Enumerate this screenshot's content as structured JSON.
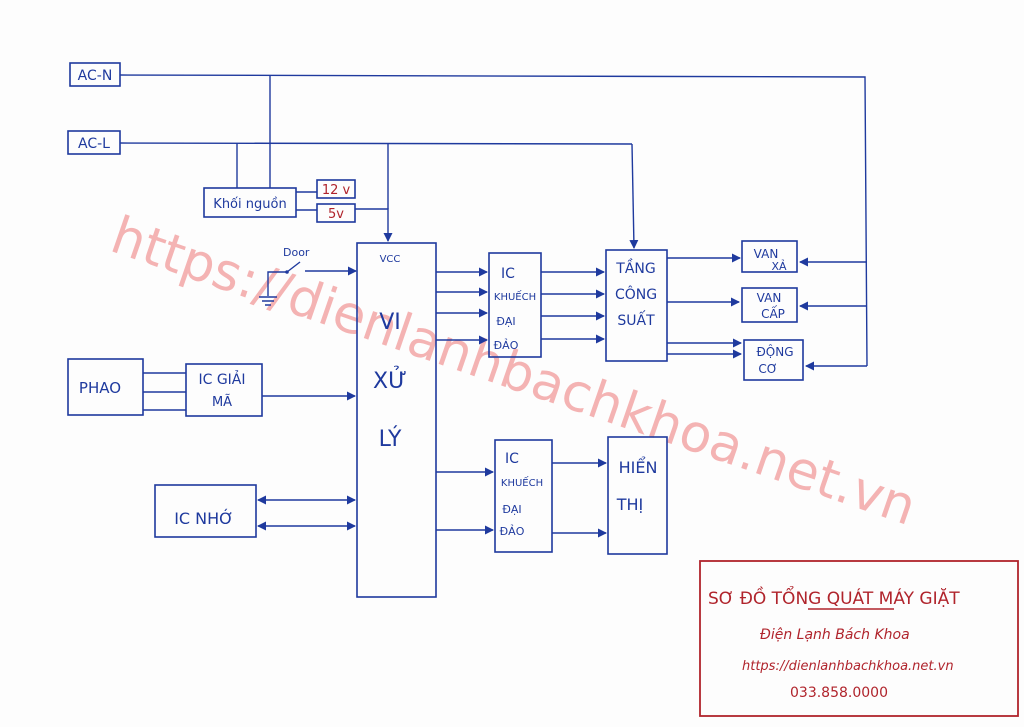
{
  "watermark": "https://dienlanhbachkhoa.net.vn",
  "blocks": {
    "ac_n": "AC-N",
    "ac_l": "AC-L",
    "power": "Khối nguồn",
    "v12": "12 v",
    "v5": "5v",
    "door": "Door",
    "vcc": "VCC",
    "cpu_1": "VI",
    "cpu_2": "XỬ",
    "cpu_3": "LÝ",
    "phao": "PHAO",
    "decoder_1": "IC GIẢI",
    "decoder_2": "MÃ",
    "memory": "IC NHỚ",
    "amp1_1": "IC",
    "amp1_2": "KHUẾCH",
    "amp1_3": "ĐẠI",
    "amp1_4": "ĐẢO",
    "amp2_1": "IC",
    "amp2_2": "KHUẾCH",
    "amp2_3": "ĐẠI",
    "amp2_4": "ĐẢO",
    "power_stage_1": "TẦNG",
    "power_stage_2": "CÔNG",
    "power_stage_3": "SUẤT",
    "display_1": "HIỂN",
    "display_2": "THỊ",
    "valve_drain_1": "VAN",
    "valve_drain_2": "XẢ",
    "valve_feed_1": "VAN",
    "valve_feed_2": "CẤP",
    "motor_1": "ĐỘNG",
    "motor_2": "CƠ"
  },
  "legend": {
    "title": "SƠ ĐỒ TỔNG QUÁT MÁY GIẶT",
    "company": "Điện Lạnh Bách Khoa",
    "url": "https://dienlanhbachkhoa.net.vn",
    "phone": "033.858.0000"
  },
  "colors": {
    "ink": "#1f3a9e",
    "red_ink": "#b0242c",
    "watermark": "#f3a7a7"
  }
}
